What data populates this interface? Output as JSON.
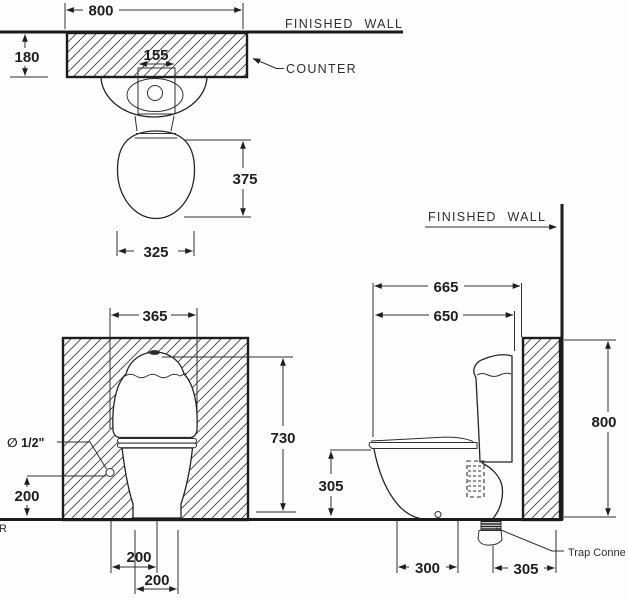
{
  "meta": {
    "background": "#fdfdfd",
    "line_color": "#1e1e1e",
    "drawing_type": "toilet installation dimension drawing"
  },
  "top_view": {
    "finished_wall_label": "FINISHED WALL",
    "counter_label": "COUNTER",
    "dims": {
      "counter_width": "800",
      "counter_depth": "180",
      "tank_cutout_width": "155",
      "seat_length": "375",
      "seat_width": "325"
    }
  },
  "front_view": {
    "supply_label": "∅ 1/2\"",
    "floor_edge_label": "R",
    "dims": {
      "tank_width": "365",
      "total_height": "730",
      "supply_height": "200",
      "spacing_a": "200",
      "spacing_b": "200"
    }
  },
  "side_view": {
    "finished_wall_label": "FINISHED WALL",
    "trap_label": "Trap Conne",
    "dims": {
      "overall_depth": "665",
      "depth_to_tank": "650",
      "wall_height": "800",
      "rim_height": "305",
      "outlet_spacing": "300",
      "outlet_to_wall": "305"
    }
  }
}
